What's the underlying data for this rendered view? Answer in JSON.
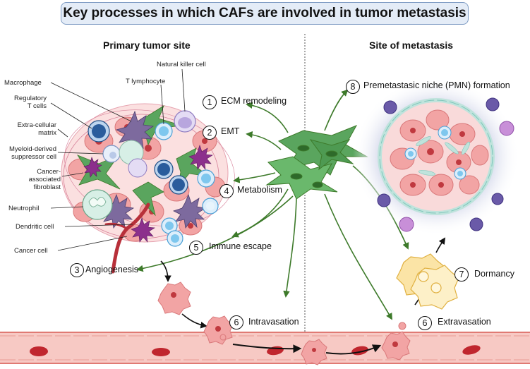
{
  "title": "Key processes in which CAFs are involved in tumor metastasis",
  "sections": {
    "primary": "Primary tumor site",
    "metastasis": "Site of metastasis"
  },
  "cell_labels": {
    "macrophage": "Macrophage",
    "regulatory": [
      "Regulatory",
      "T cells"
    ],
    "nk": "Natural killer cell",
    "t_lymphocyte": "T lymphocyte",
    "ecm": [
      "Extra-cellular",
      "matrix"
    ],
    "mdsc": [
      "Myeloid-derived",
      "suppressor cell"
    ],
    "caf": [
      "Cancer-",
      "associated",
      "fibroblast"
    ],
    "neutrophil": "Neutrophil",
    "dendritic": "Dendritic cell",
    "cancer": "Cancer cell"
  },
  "processes": [
    {
      "num": "1",
      "label": "ECM remodeling"
    },
    {
      "num": "2",
      "label": "EMT"
    },
    {
      "num": "3",
      "label": "Angiogenesis"
    },
    {
      "num": "4",
      "label": "Metabolism"
    },
    {
      "num": "5",
      "label": "Immune escape"
    },
    {
      "num": "6",
      "label": "Intravasation"
    },
    {
      "num": "6",
      "label": "Extravasation"
    },
    {
      "num": "7",
      "label": "Dormancy"
    },
    {
      "num": "8",
      "label": "Premetastasic niche (PMN) formation"
    }
  ],
  "colors": {
    "arrow": "#3d7a2a",
    "caf": "#5aa55e",
    "cancer": "#f2a4a4",
    "vessel": "#f7c9c4",
    "rbc": "#c0262e"
  }
}
